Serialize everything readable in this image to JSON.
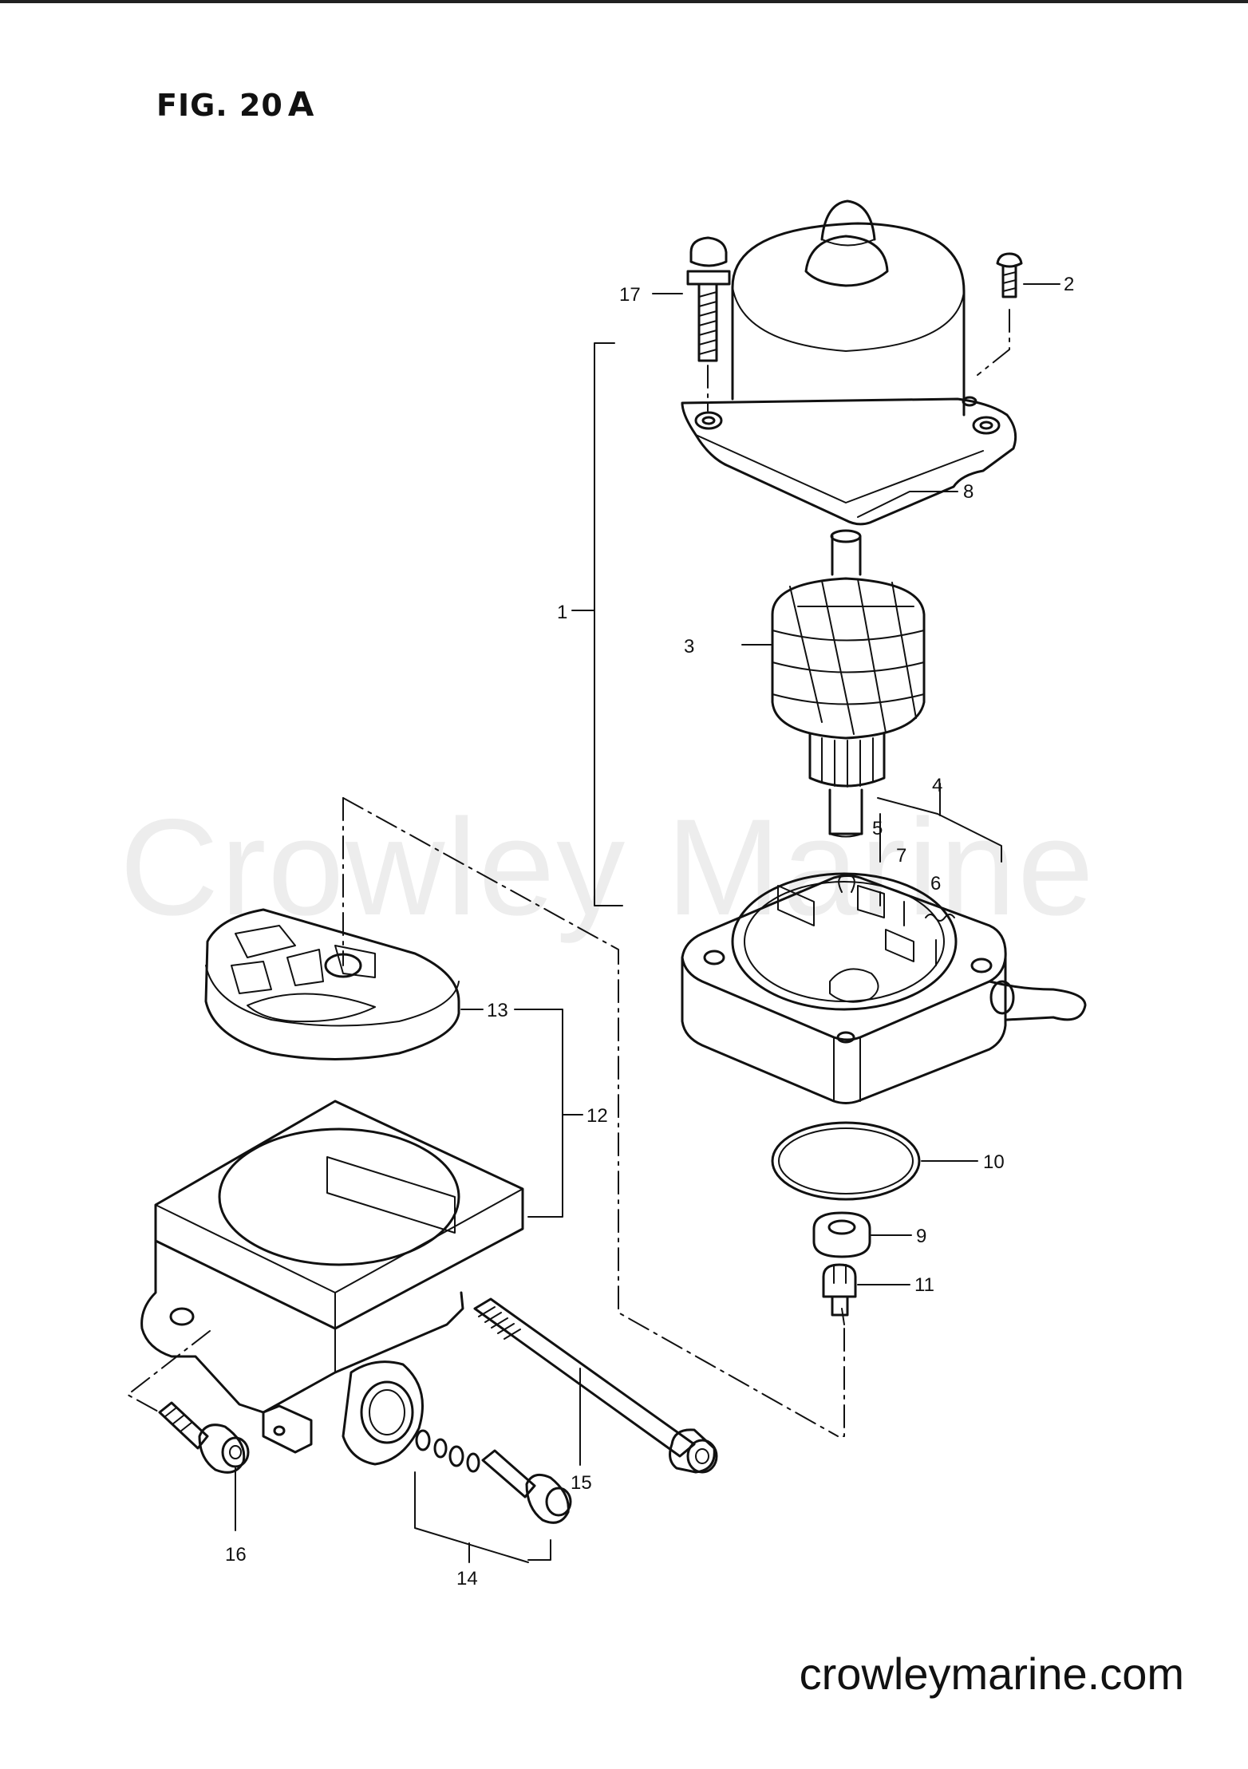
{
  "figure": {
    "title": "FIG. 20",
    "suffix": "A"
  },
  "watermark": "Crowley Marine",
  "website": "crowleymarine.com",
  "callouts": [
    "1",
    "2",
    "3",
    "4",
    "5",
    "6",
    "7",
    "8",
    "9",
    "10",
    "11",
    "12",
    "13",
    "14",
    "15",
    "16",
    "17"
  ]
}
